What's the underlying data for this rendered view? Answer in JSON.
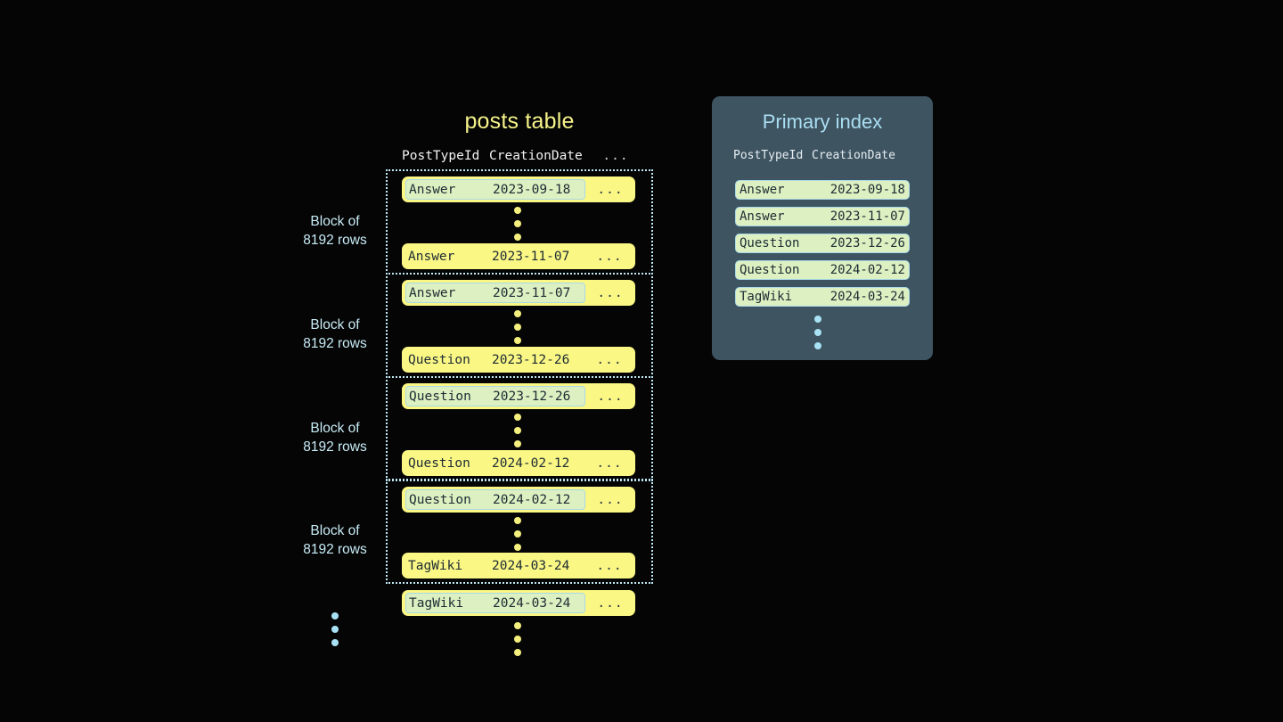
{
  "posts_table": {
    "title": "posts table",
    "columns": [
      "PostTypeId",
      "CreationDate",
      "..."
    ],
    "more_marker": "...",
    "blocks": [
      {
        "label_line1": "Block of",
        "label_line2": "8192 rows",
        "first_row": {
          "type": "Answer",
          "date": "2023-09-18",
          "more": "...",
          "highlighted": true
        },
        "last_row": {
          "type": "Answer",
          "date": "2023-11-07",
          "more": "...",
          "highlighted": false
        }
      },
      {
        "label_line1": "Block of",
        "label_line2": "8192 rows",
        "first_row": {
          "type": "Answer",
          "date": "2023-11-07",
          "more": "...",
          "highlighted": true
        },
        "last_row": {
          "type": "Question",
          "date": "2023-12-26",
          "more": "...",
          "highlighted": false
        }
      },
      {
        "label_line1": "Block of",
        "label_line2": "8192 rows",
        "first_row": {
          "type": "Question",
          "date": "2023-12-26",
          "more": "...",
          "highlighted": true
        },
        "last_row": {
          "type": "Question",
          "date": "2024-02-12",
          "more": "...",
          "highlighted": false
        }
      },
      {
        "label_line1": "Block of",
        "label_line2": "8192 rows",
        "first_row": {
          "type": "Question",
          "date": "2024-02-12",
          "more": "...",
          "highlighted": true
        },
        "last_row": {
          "type": "TagWiki",
          "date": "2024-03-24",
          "more": "...",
          "highlighted": false
        }
      }
    ],
    "trailing_row": {
      "type": "TagWiki",
      "date": "2024-03-24",
      "more": "...",
      "highlighted": true
    }
  },
  "primary_index": {
    "title": "Primary index",
    "columns": [
      "PostTypeId",
      "CreationDate"
    ],
    "rows": [
      {
        "type": "Answer",
        "date": "2023-09-18"
      },
      {
        "type": "Answer",
        "date": "2023-11-07"
      },
      {
        "type": "Question",
        "date": "2023-12-26"
      },
      {
        "type": "Question",
        "date": "2024-02-12"
      },
      {
        "type": "TagWiki",
        "date": "2024-03-24"
      }
    ]
  },
  "colors": {
    "background": "#050505",
    "row_yellow": "#faf785",
    "highlight_green": "#ddf0c2",
    "highlight_border": "#a9d8e8",
    "panel_slate": "#3e5461",
    "title_yellow": "#f7f48a",
    "title_blue": "#abdef2",
    "dot_yellow": "#f5ef7e",
    "dot_blue": "#a8e2f4"
  }
}
